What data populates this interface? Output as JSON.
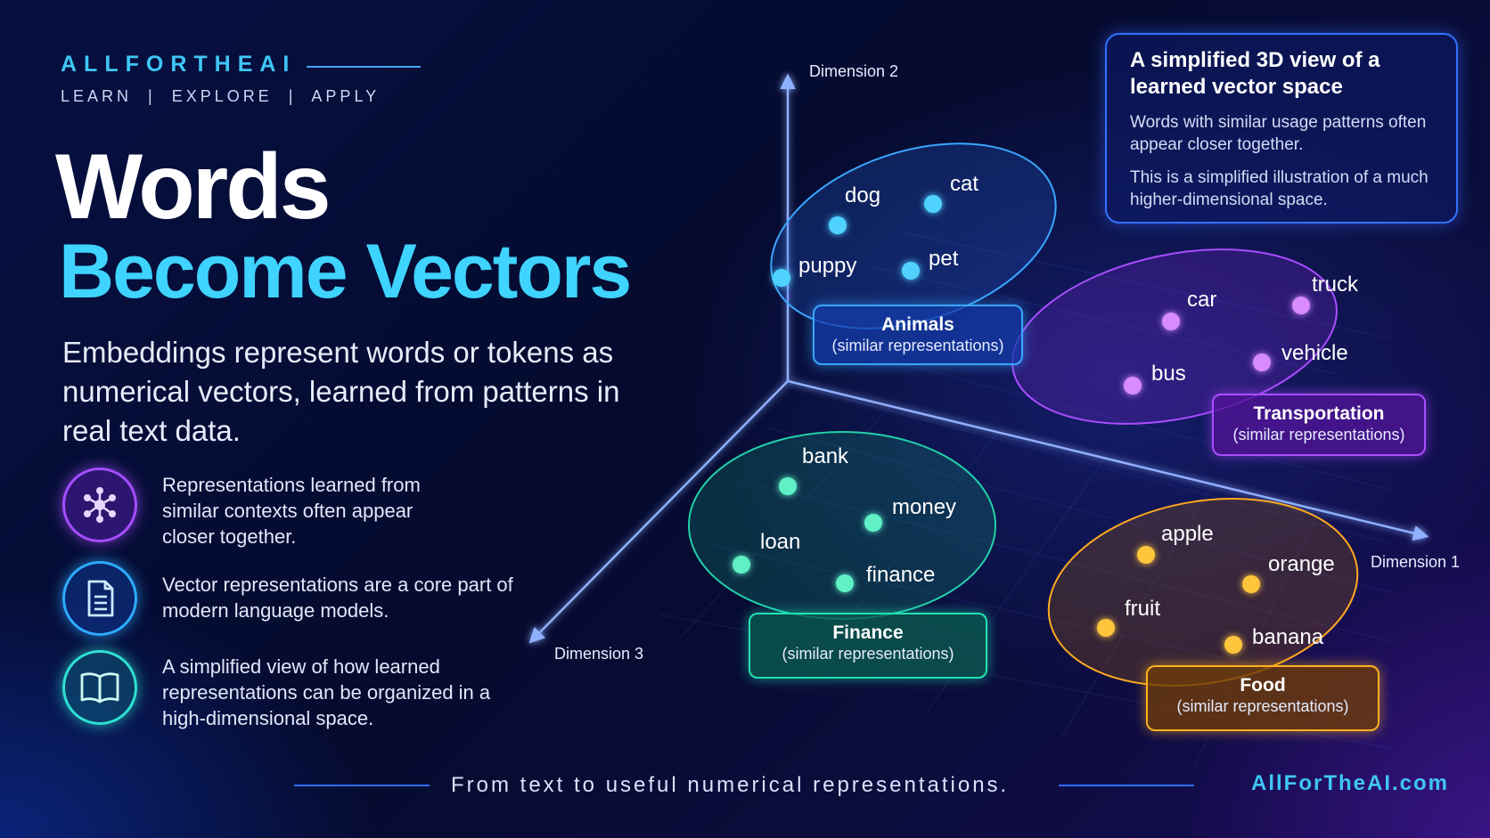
{
  "brand": {
    "name": "ALLFORTHEAI",
    "tagline": "LEARN  |  EXPLORE  |  APPLY"
  },
  "headline": {
    "line1": "Words",
    "line2": "Become Vectors"
  },
  "intro": "Embeddings represent words or tokens as numerical vectors, learned from patterns in real text data.",
  "features": [
    {
      "icon": "network-icon",
      "text": "Representations learned from similar contexts often appear closer together.",
      "color": "#a54dff"
    },
    {
      "icon": "document-icon",
      "text": "Vector representations are a core part of modern language models.",
      "color": "#2eaaff"
    },
    {
      "icon": "book-icon",
      "text": "A simplified view of how learned representations can be organized in a high-dimensional space.",
      "color": "#2fe0d0"
    }
  ],
  "info_box": {
    "title": "A simplified 3D view of a learned vector space",
    "text1": "Words with similar usage patterns often appear closer together.",
    "text2": "This is a simplified illustration of a much higher-dimensional space."
  },
  "axes": {
    "dim1": "Dimension 1",
    "dim2": "Dimension 2",
    "dim3": "Dimension 3"
  },
  "clusters": [
    {
      "name": "Animals",
      "sub": "(similar representations)",
      "color": "#37b3ff",
      "words": [
        "dog",
        "cat",
        "puppy",
        "pet"
      ]
    },
    {
      "name": "Transportation",
      "sub": "(similar representations)",
      "color": "#b04dff",
      "words": [
        "car",
        "truck",
        "bus",
        "vehicle"
      ]
    },
    {
      "name": "Finance",
      "sub": "(similar representations)",
      "color": "#22e0b0",
      "words": [
        "bank",
        "money",
        "loan",
        "finance"
      ]
    },
    {
      "name": "Food",
      "sub": "(similar representations)",
      "color": "#ffb020",
      "words": [
        "apple",
        "orange",
        "fruit",
        "banana"
      ]
    }
  ],
  "footer": {
    "text": "From text to useful numerical representations.",
    "url": "AllForTheAI.com"
  }
}
